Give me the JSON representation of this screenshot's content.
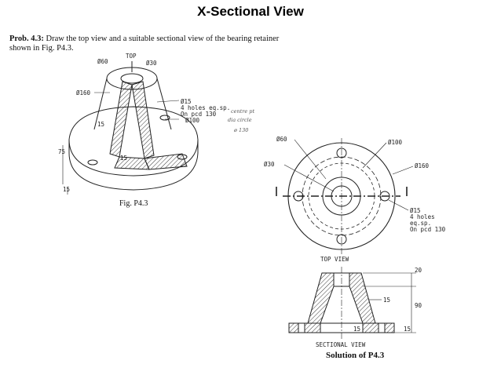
{
  "title": "X-Sectional View",
  "problem": {
    "number": "Prob. 4.3:",
    "text": "Draw the top view and a suitable sectional view of the bearing retainer shown in Fig. P4.3."
  },
  "isometric": {
    "labels": {
      "top": "TOP",
      "d60": "Ø60",
      "d30": "Ø30",
      "d160": "Ø160",
      "d15": "Ø15",
      "holes": "4 holes eq.sp.",
      "pcd": "On pcd 130",
      "d100": "Ø100",
      "dim15a": "15",
      "dim15b": "15",
      "dim15c": "15",
      "dim75": "75"
    },
    "handwritten": {
      "line1": "centre pt",
      "line2": "dia circle",
      "line3": "ø 130"
    },
    "caption": "Fig. P4.3"
  },
  "top_view": {
    "labels": {
      "d60": "Ø60",
      "d100": "Ø100",
      "d30": "Ø30",
      "d160": "Ø160",
      "d15": "Ø15",
      "holes1": "4 holes",
      "holes2": "eq.sp.",
      "pcd": "On pcd 130"
    },
    "caption": "TOP VIEW"
  },
  "sectional_view": {
    "labels": {
      "dim20": "20",
      "dim15a": "15",
      "dim90": "90",
      "dim15b": "15",
      "dim15c": "15"
    },
    "caption": "SECTIONAL VIEW"
  },
  "solution_caption": "Solution of P4.3"
}
